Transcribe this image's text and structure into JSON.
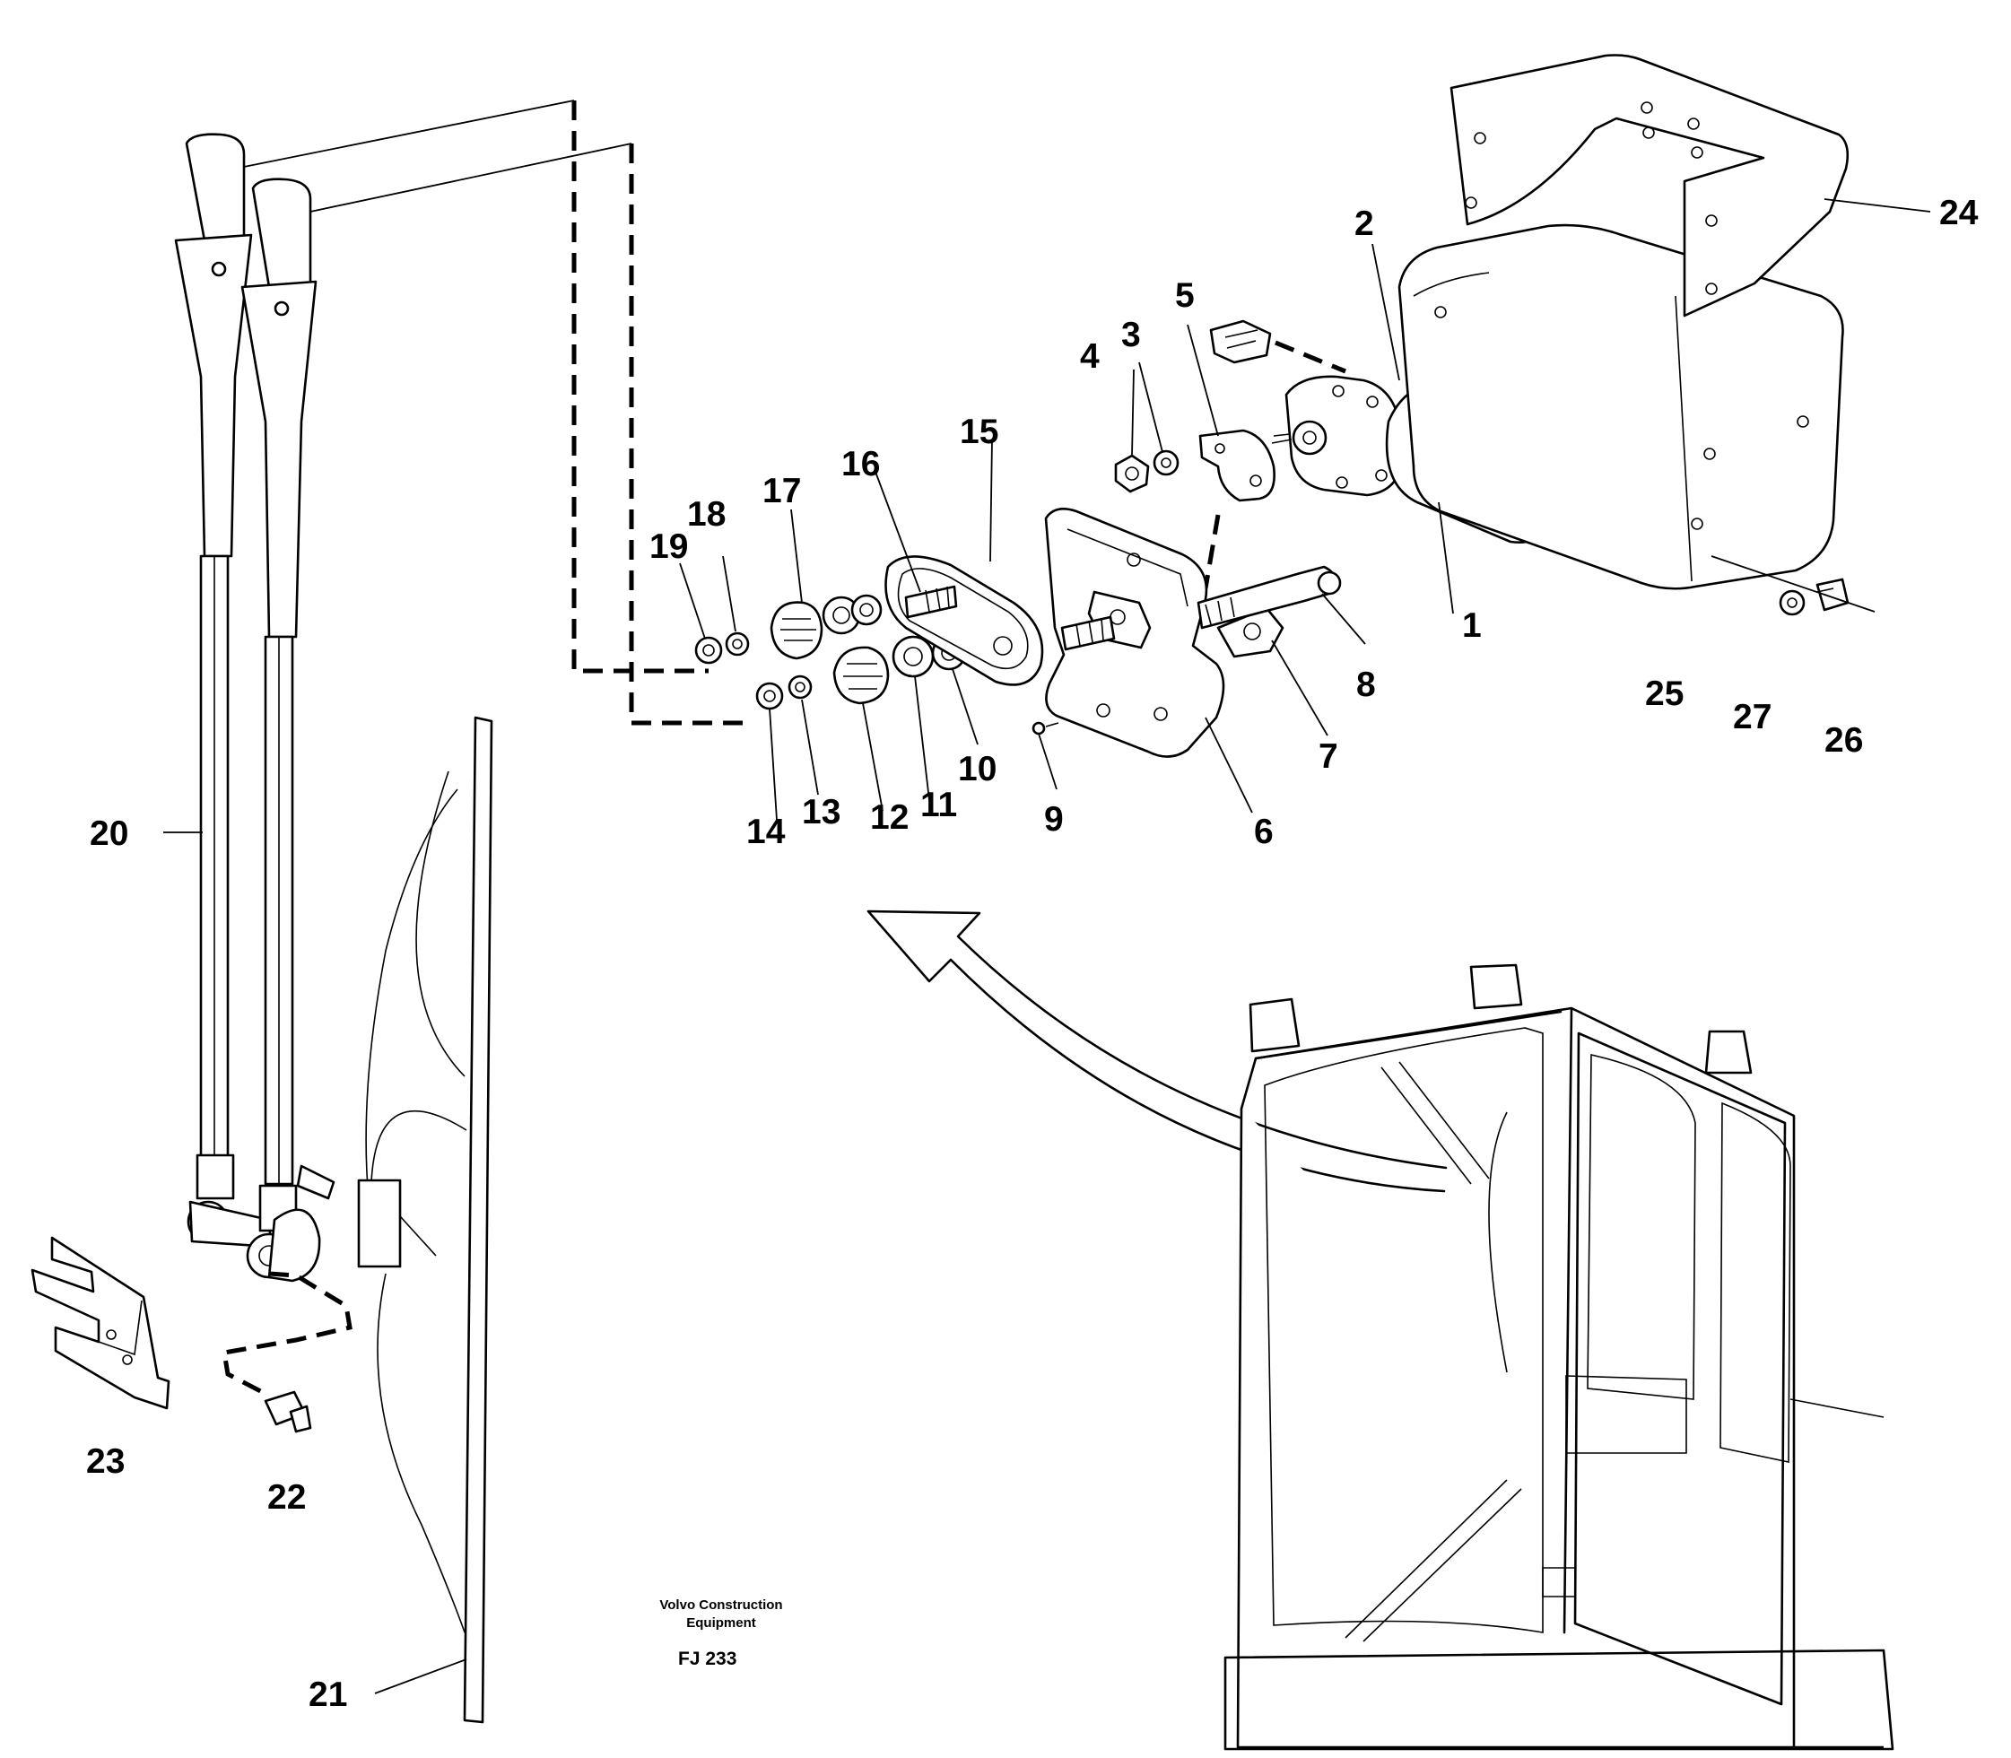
{
  "figure": {
    "footer_line1": "Volvo Construction",
    "footer_line2": "Equipment",
    "figure_code": "FJ 233"
  },
  "callouts": [
    "1",
    "2",
    "3",
    "4",
    "5",
    "6",
    "7",
    "8",
    "9",
    "10",
    "11",
    "12",
    "13",
    "14",
    "15",
    "16",
    "17",
    "18",
    "19",
    "20",
    "21",
    "22",
    "23",
    "24",
    "25",
    "26",
    "27"
  ]
}
